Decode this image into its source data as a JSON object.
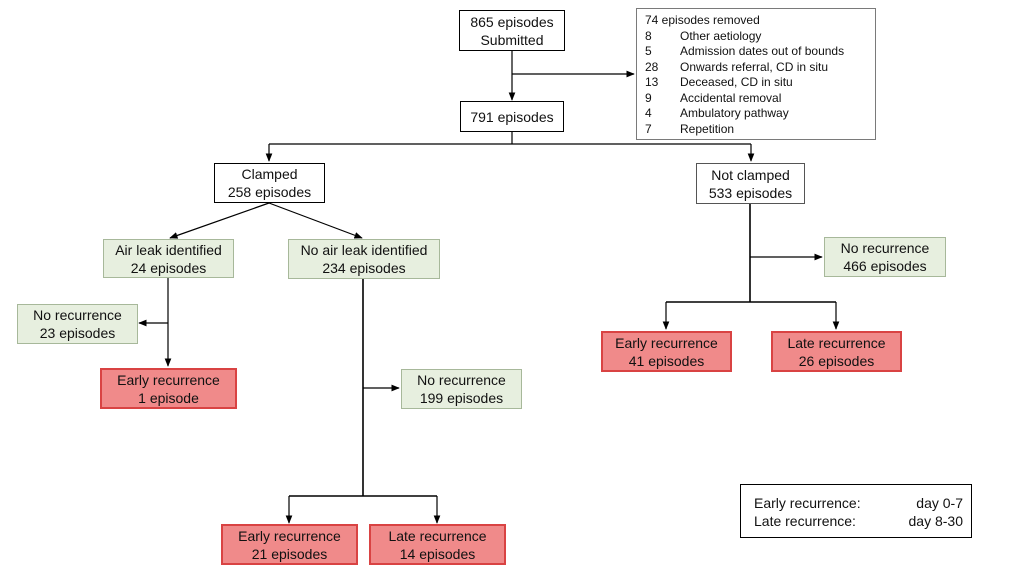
{
  "nodes": {
    "submitted": {
      "line1": "865 episodes",
      "line2": "Submitted"
    },
    "episodes791": {
      "line1": "791 episodes"
    },
    "clamped": {
      "line1": "Clamped",
      "line2": "258 episodes"
    },
    "not_clamped": {
      "line1": "Not clamped",
      "line2": "533 episodes"
    },
    "air_leak": {
      "line1": "Air leak identified",
      "line2": "24 episodes"
    },
    "no_air_leak": {
      "line1": "No air leak identified",
      "line2": "234 episodes"
    },
    "airleak_no_recurrence": {
      "line1": "No recurrence",
      "line2": "23 episodes"
    },
    "airleak_early": {
      "line1": "Early recurrence",
      "line2": "1 episode"
    },
    "noairleak_no_recurrence": {
      "line1": "No recurrence",
      "line2": "199 episodes"
    },
    "noairleak_early": {
      "line1": "Early recurrence",
      "line2": "21 episodes"
    },
    "noairleak_late": {
      "line1": "Late recurrence",
      "line2": "14 episodes"
    },
    "notclamped_no_recurrence": {
      "line1": "No recurrence",
      "line2": "466 episodes"
    },
    "notclamped_early": {
      "line1": "Early recurrence",
      "line2": "41 episodes"
    },
    "notclamped_late": {
      "line1": "Late recurrence",
      "line2": "26 episodes"
    }
  },
  "removed": {
    "title": "74 episodes removed",
    "items": [
      {
        "n": "8",
        "reason": "Other aetiology"
      },
      {
        "n": "5",
        "reason": "Admission dates out of bounds"
      },
      {
        "n": "28",
        "reason": "Onwards referral, CD in situ"
      },
      {
        "n": "13",
        "reason": "Deceased, CD in situ"
      },
      {
        "n": "9",
        "reason": "Accidental removal"
      },
      {
        "n": "4",
        "reason": "Ambulatory pathway"
      },
      {
        "n": "7",
        "reason": "Repetition"
      }
    ]
  },
  "legend": {
    "rows": [
      {
        "label": "Early recurrence:",
        "value": "day 0-7"
      },
      {
        "label": "Late recurrence:",
        "value": "day 8-30"
      }
    ]
  },
  "colors": {
    "recurrence_fill": "#f08a8a",
    "recurrence_border": "#d94343",
    "no_recurrence_fill": "#e7efdf",
    "no_recurrence_border": "#a7b89a"
  }
}
